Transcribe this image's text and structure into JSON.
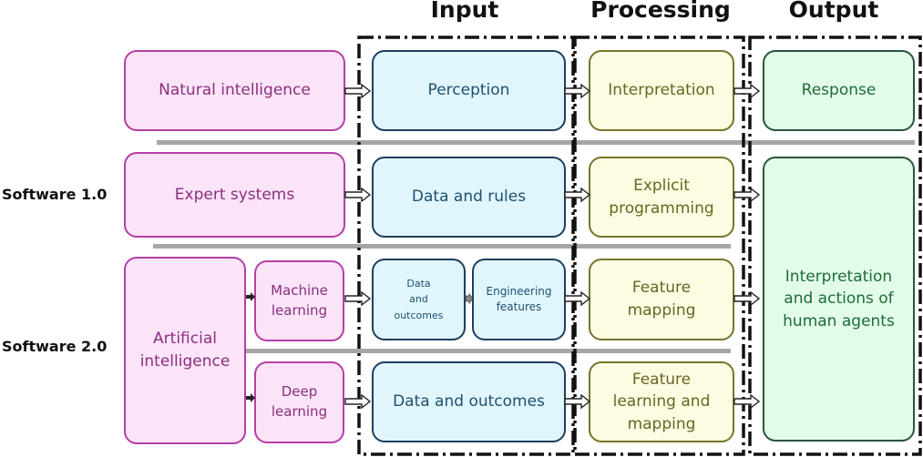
{
  "headers": {
    "input": "Input",
    "processing": "Processing",
    "output": "Output"
  },
  "side_labels": {
    "software1": "Software 1.0",
    "software2": "Software 2.0"
  },
  "left": {
    "natural": "Natural intelligence",
    "expert": "Expert systems",
    "ai": "Artificial\nintelligence",
    "ml": "Machine\nlearning",
    "dl": "Deep\nlearning"
  },
  "input": {
    "perception": "Perception",
    "data_rules": "Data and rules",
    "data_outcomes_small": "Data\nand\noutcomes",
    "engineering": "Engineering\nfeatures",
    "data_outcomes": "Data and outcomes"
  },
  "processing": {
    "interpretation": "Interpretation",
    "explicit": "Explicit\nprogramming",
    "feature_mapping": "Feature\nmapping",
    "feature_learning": "Feature\nlearning and\nmapping"
  },
  "output": {
    "response": "Response",
    "human": "Interpretation\nand actions of\nhuman agents"
  },
  "colors": {
    "pink_fill": "#fbe4f8",
    "pink_border": "#b43fa6",
    "blue_fill": "#e1f6fc",
    "blue_border": "#1e3f5e",
    "olive_fill": "#fcfce3",
    "olive_border": "#77752b",
    "green_fill": "#e3fbe9",
    "green_border": "#28553c",
    "separator": "#a6a6a6"
  }
}
